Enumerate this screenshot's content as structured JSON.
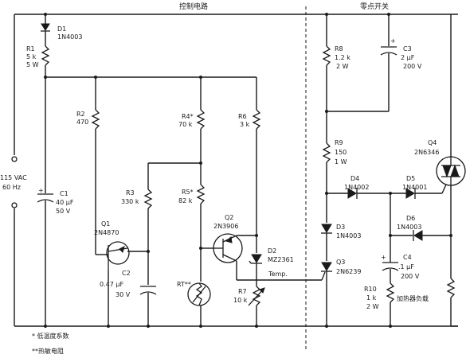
{
  "headers": {
    "control_circuit": "控制电路",
    "zero_switch": "零点开关"
  },
  "source": {
    "voltage": "115 VAC",
    "freq": "60 Hz"
  },
  "components": {
    "D1": {
      "ref": "D1",
      "val": "1N4003"
    },
    "R1": {
      "ref": "R1",
      "v1": "5 k",
      "v2": "5 W"
    },
    "C1": {
      "ref": "C1",
      "v1": "40 μF",
      "v2": "50 V"
    },
    "R2": {
      "ref": "R2",
      "val": "470"
    },
    "R3": {
      "ref": "R3",
      "val": "330 k"
    },
    "Q1": {
      "ref": "Q1",
      "val": "2N4870"
    },
    "C2": {
      "ref": "C2",
      "v1": "0.47 μF",
      "v2": "30 V"
    },
    "R4": {
      "ref": "R4*",
      "val": "70 k"
    },
    "R5": {
      "ref": "R5*",
      "val": "82 k"
    },
    "RT": {
      "ref": "RT**"
    },
    "R6": {
      "ref": "R6",
      "val": "3 k"
    },
    "Q2": {
      "ref": "Q2",
      "val": "2N3906"
    },
    "D2": {
      "ref": "D2",
      "val": "MZ2361",
      "extra": "Temp."
    },
    "R7": {
      "ref": "R7",
      "val": "10 k"
    },
    "R8": {
      "ref": "R8",
      "v1": "1.2 k",
      "v2": "2 W"
    },
    "C3": {
      "ref": "C3",
      "v1": "2 μF",
      "v2": "200 V"
    },
    "R9": {
      "ref": "R9",
      "v1": "150",
      "v2": "1 W"
    },
    "Q4": {
      "ref": "Q4",
      "val": "2N6346"
    },
    "D4": {
      "ref": "D4",
      "val": "1N4002"
    },
    "D5": {
      "ref": "D5",
      "val": "1N4001"
    },
    "D3": {
      "ref": "D3",
      "val": "1N4003"
    },
    "D6": {
      "ref": "D6",
      "val": "1N4003"
    },
    "Q3": {
      "ref": "Q3",
      "val": "2N6239"
    },
    "C4": {
      "ref": "C4",
      "v1": ".1 μF",
      "v2": "200 V"
    },
    "R10": {
      "ref": "R10",
      "v1": "1 k",
      "v2": "2 W"
    },
    "load": {
      "label": "加热器负载"
    }
  },
  "notes": {
    "n1": "* 低温度系数",
    "n2": "**热敏电阻"
  }
}
